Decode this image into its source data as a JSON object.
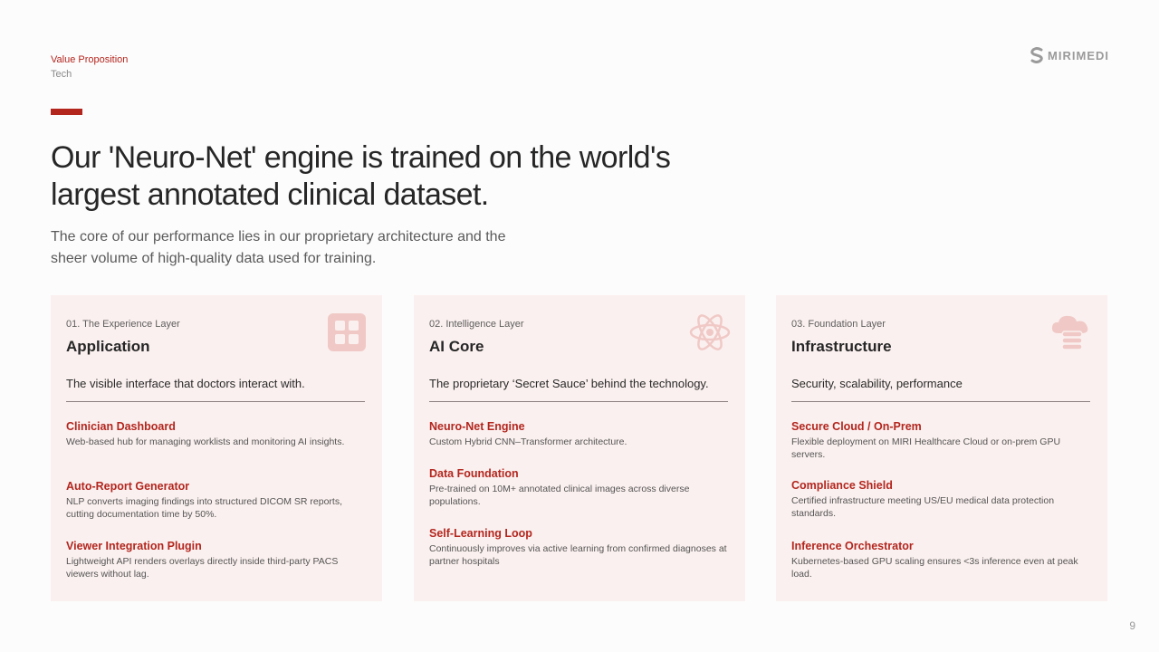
{
  "header": {
    "section": "Value Proposition",
    "subsection": "Tech",
    "logo_text": "MIRIMEDI"
  },
  "title": "Our 'Neuro-Net' engine is trained on the world's largest annotated clinical dataset.",
  "subtitle": "The core of our performance lies in our proprietary architecture and the sheer volume of high-quality data used for training.",
  "colors": {
    "accent": "#b3261e",
    "card_bg": "#faf0ef",
    "icon": "#f0c9c6"
  },
  "cards": [
    {
      "layer": "01. The Experience Layer",
      "name": "Application",
      "icon": "grid-icon",
      "desc": "The visible interface that doctors interact with.",
      "features": [
        {
          "title": "Clinician Dashboard",
          "desc": "Web-based hub for managing worklists and monitoring AI insights."
        },
        {
          "title": "Auto-Report Generator",
          "desc": "NLP converts imaging findings into structured DICOM SR reports, cutting documentation time by 50%."
        },
        {
          "title": "Viewer Integration Plugin",
          "desc": "Lightweight API renders overlays directly inside third-party PACS viewers without lag."
        }
      ]
    },
    {
      "layer": "02. Intelligence Layer",
      "name": "AI Core",
      "icon": "atom-icon",
      "desc": "The proprietary ‘Secret Sauce’ behind the technology.",
      "features": [
        {
          "title": "Neuro-Net Engine",
          "desc": "Custom Hybrid CNN–Transformer architecture."
        },
        {
          "title": "Data Foundation",
          "desc": "Pre-trained on 10M+ annotated clinical images across diverse populations."
        },
        {
          "title": "Self-Learning Loop",
          "desc": "Continuously improves via active learning from confirmed diagnoses at partner hospitals"
        }
      ]
    },
    {
      "layer": "03. Foundation Layer",
      "name": "Infrastructure",
      "icon": "cloud-server-icon",
      "desc": "Security, scalability, performance",
      "features": [
        {
          "title": "Secure Cloud / On-Prem",
          "desc": "Flexible deployment on MIRI Healthcare Cloud or on-prem GPU servers."
        },
        {
          "title": "Compliance Shield",
          "desc": "Certified infrastructure meeting US/EU medical data protection standards."
        },
        {
          "title": "Inference Orchestrator",
          "desc": "Kubernetes-based GPU scaling ensures <3s inference even at peak load."
        }
      ]
    }
  ],
  "page_number": "9"
}
